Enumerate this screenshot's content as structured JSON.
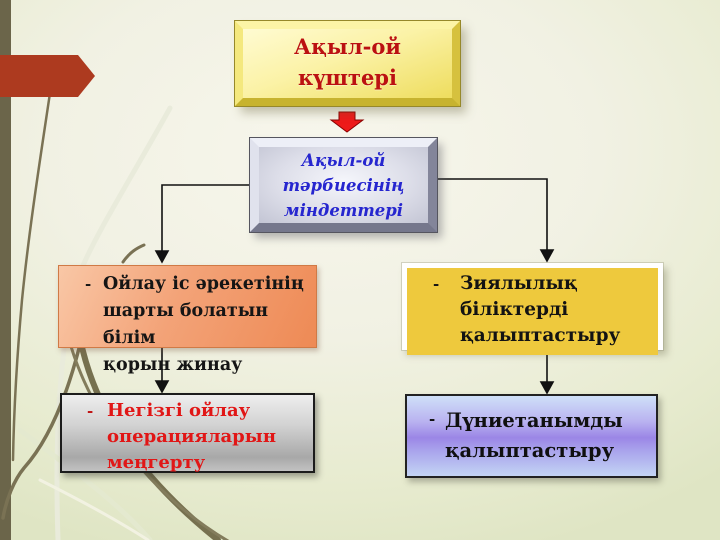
{
  "slide": {
    "background": {
      "base_color": "#f1f1e3",
      "edge_color": "#dfe5c4",
      "left_band_color": "#6b654a"
    },
    "decor": {
      "left_arrow_color": "#ad3a1f",
      "down_arrow_color": "#ee1a1a",
      "connector_color": "#111111",
      "grass_dark_color": "#7a7254",
      "grass_light_color": "#ecefdb"
    },
    "boxes": {
      "title": {
        "fill": "#f7ea86",
        "text_color": "#bb1111",
        "lines": [
          "Ақыл-ой",
          "күштері"
        ]
      },
      "task": {
        "fill": "#d9dae5",
        "text_color": "#2626cf",
        "lines": [
          "Ақыл-ой",
          "тәрбиесінің",
          "міндеттері"
        ]
      },
      "knowledge": {
        "bullet": "-",
        "fill": "#f0955f",
        "text_color": "#151515",
        "lines": [
          "Ойлау іс әрекетінің",
          "шарты болатын білім",
          "қорын жинау"
        ]
      },
      "intellect": {
        "bullet": "-",
        "fill": "#eec93d",
        "text_color": "#131313",
        "lines": [
          "Зиялылық",
          "біліктерді",
          "қалыптастыру"
        ]
      },
      "operations": {
        "bullet": "-",
        "fill": "#c9c9c9",
        "text_color": "#e11616",
        "lines": [
          "Негізгі ойлау",
          "операцияларын",
          "меңгерту"
        ]
      },
      "worldview": {
        "bullet": "-",
        "fill": "#a996e9",
        "text_color": "#101010",
        "lines": [
          "Дүниетанымды",
          "қалыптастыру"
        ]
      }
    }
  }
}
